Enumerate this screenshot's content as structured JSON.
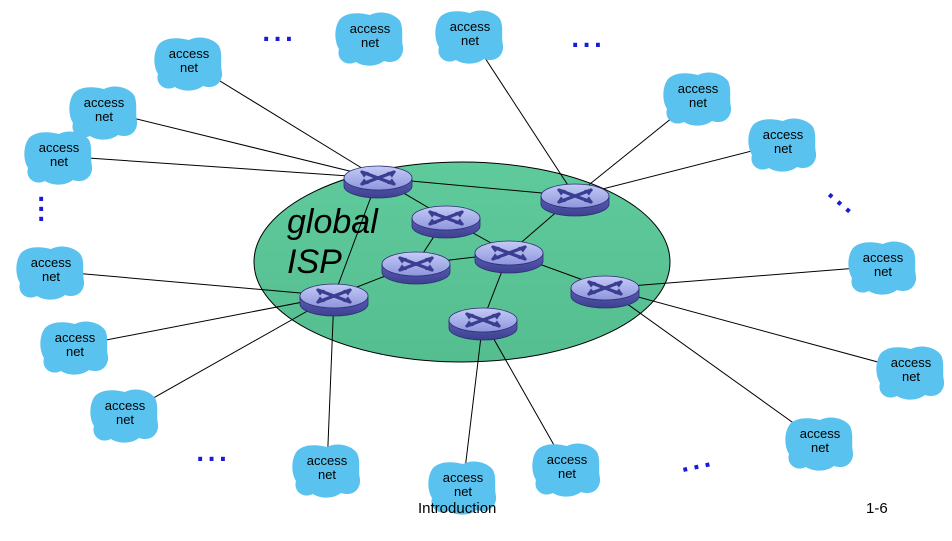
{
  "diagram": {
    "core_label": "global\nISP",
    "access_label": "access\nnet",
    "footer_left": "Introduction",
    "footer_right": "1-6",
    "colors": {
      "isp_fill": "#5ec79a",
      "cloud_fill": "#5ac2ee",
      "router_body": "#7275c6",
      "router_top": "#aab3ee",
      "dots": "#1a1adb"
    }
  }
}
